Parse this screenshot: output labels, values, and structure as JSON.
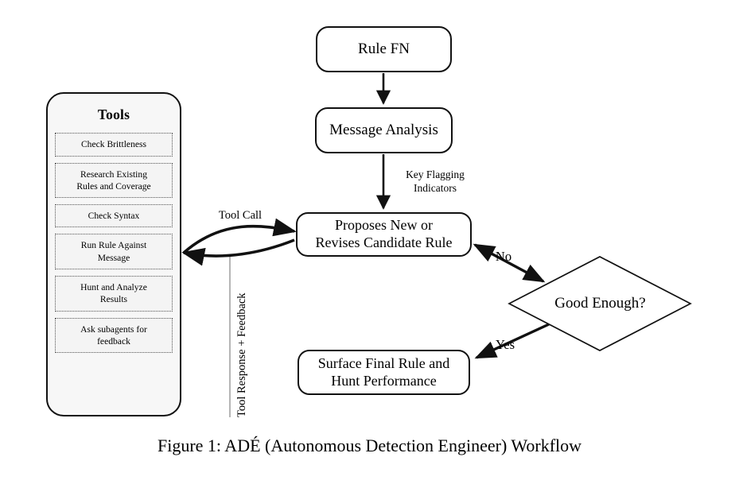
{
  "figure": {
    "caption": "Figure 1: ADÉ (Autonomous Detection Engineer) Workflow"
  },
  "tools_panel": {
    "title": "Tools",
    "items": [
      {
        "label": "Check Brittleness"
      },
      {
        "label": "Research Existing\nRules and Coverage"
      },
      {
        "label": "Check Syntax"
      },
      {
        "label": "Run Rule Against\nMessage"
      },
      {
        "label": "Hunt and Analyze\nResults"
      },
      {
        "label": "Ask subagents for\nfeedback"
      }
    ]
  },
  "nodes": {
    "rule_fn": "Rule FN",
    "message_analysis": "Message Analysis",
    "proposes": "Proposes New or\nRevises Candidate Rule",
    "decision": "Good Enough?",
    "surface": "Surface Final Rule and\nHunt Performance"
  },
  "edge_labels": {
    "key_flagging_indicators": "Key Flagging\nIndicators",
    "tool_call": "Tool Call",
    "tool_response_feedback": "Tool Response + Feedback",
    "no": "No",
    "yes": "Yes"
  },
  "colors": {
    "stroke": "#111111",
    "panel_fill": "#f7f7f7",
    "item_fill": "#f4f4f4",
    "item_border": "#555555",
    "background": "#ffffff"
  }
}
